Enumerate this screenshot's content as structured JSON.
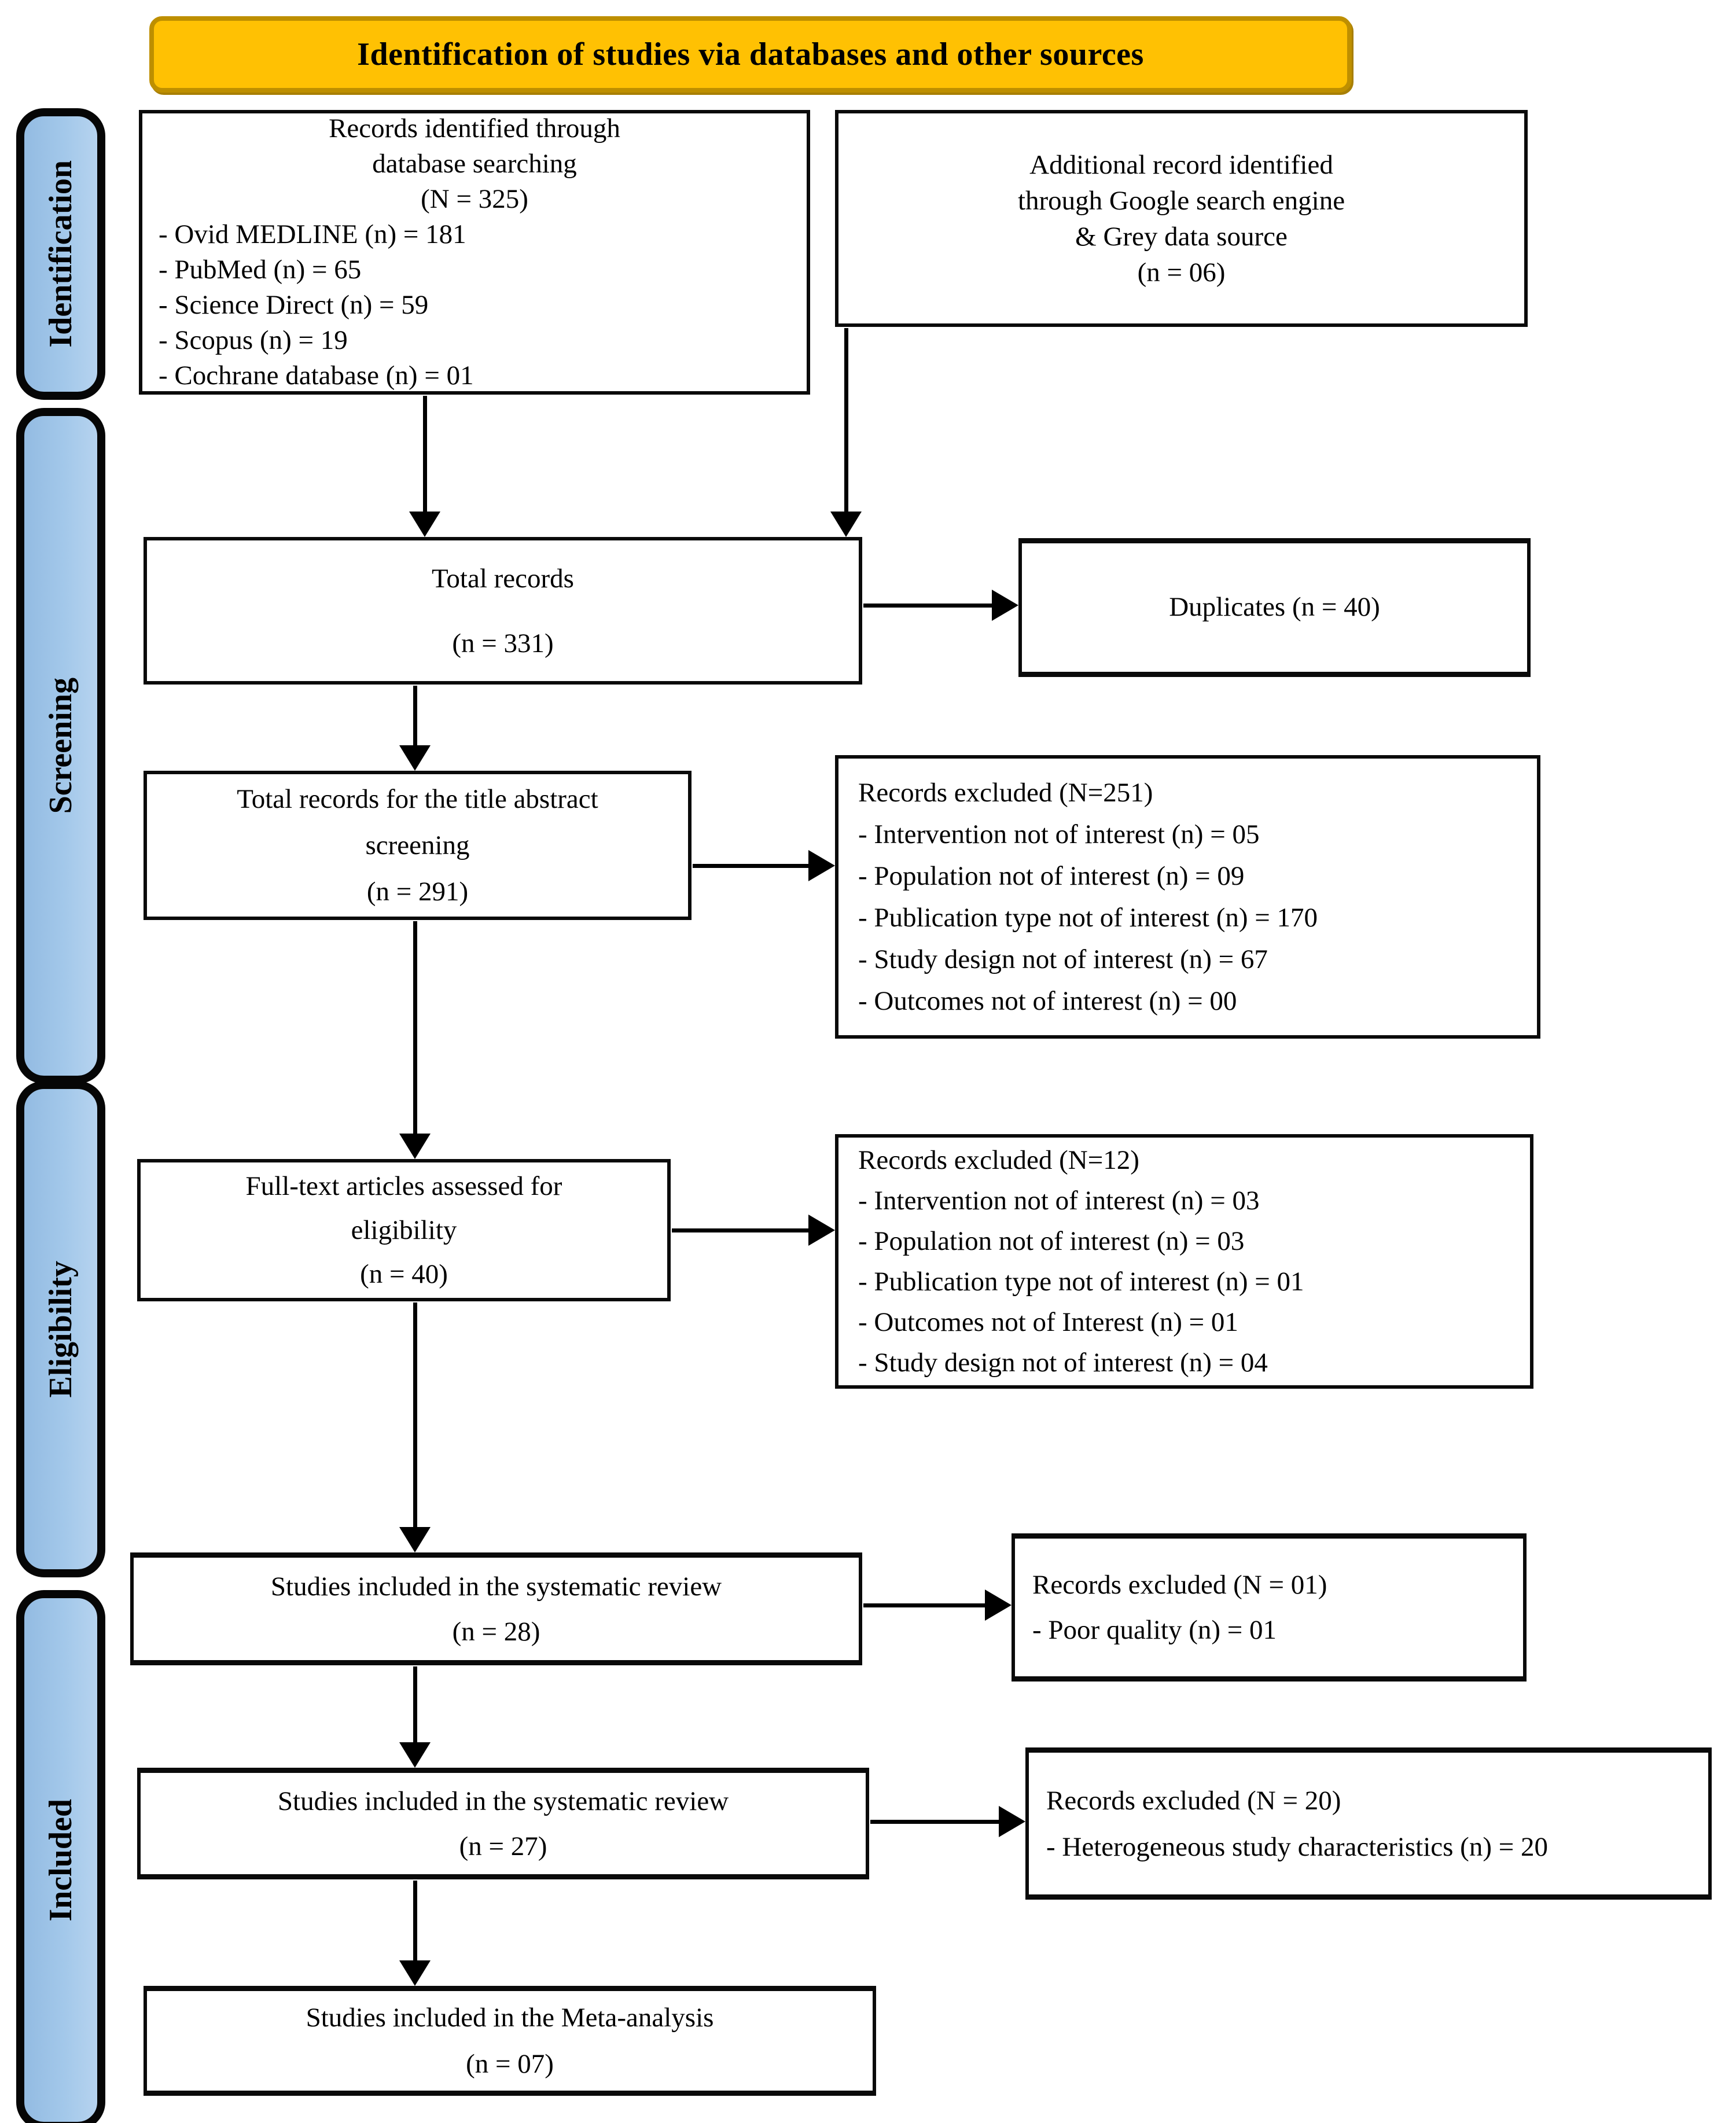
{
  "banner": {
    "title": "Identification of studies via databases and other sources",
    "bg_color": "#FFC103",
    "border_color": "#BE8F00"
  },
  "sidebar": {
    "fill_color": "#9CC2E7",
    "items": [
      {
        "label": "Identification"
      },
      {
        "label": "Screening"
      },
      {
        "label": "Eligibility"
      },
      {
        "label": "Included"
      }
    ]
  },
  "boxes": {
    "records_identified": {
      "heading": [
        "Records identified through",
        "database searching",
        "(N = 325)"
      ],
      "items": [
        "- Ovid MEDLINE (n) = 181",
        "- PubMed (n) = 65",
        "- Science Direct (n) = 59",
        "- Scopus (n) = 19",
        "- Cochrane database (n) = 01"
      ]
    },
    "additional_records": {
      "lines": [
        "Additional record identified",
        "through Google search engine",
        "& Grey data source",
        "(n = 06)"
      ]
    },
    "total_records": {
      "lines": [
        "Total records",
        "(n = 331)"
      ]
    },
    "duplicates": {
      "lines": [
        "Duplicates (n = 40)"
      ]
    },
    "title_abstract": {
      "lines": [
        "Total records for the title abstract",
        "screening",
        "(n = 291)"
      ]
    },
    "excluded_251": {
      "heading": "Records excluded (N=251)",
      "items": [
        "- Intervention not of interest (n) = 05",
        "- Population not of interest (n) = 09",
        "- Publication type not of interest (n) = 170",
        "- Study design not of interest (n) = 67",
        "- Outcomes not of interest (n) = 00"
      ]
    },
    "full_text": {
      "lines": [
        "Full-text articles assessed for",
        "eligibility",
        "(n = 40)"
      ]
    },
    "excluded_12": {
      "heading": "Records excluded (N=12)",
      "items": [
        "- Intervention not of interest (n) = 03",
        "- Population not of interest (n) = 03",
        "- Publication type not of interest (n) = 01",
        "- Outcomes not of Interest (n) = 01",
        "- Study design not of interest (n) = 04"
      ]
    },
    "included_28": {
      "lines": [
        "Studies included in the systematic review",
        "(n = 28)"
      ]
    },
    "excluded_01": {
      "heading": "Records excluded (N = 01)",
      "items": [
        "- Poor quality (n) = 01"
      ]
    },
    "included_27": {
      "lines": [
        "Studies included in the systematic review",
        "(n = 27)"
      ]
    },
    "excluded_20": {
      "heading": "Records excluded (N = 20)",
      "items": [
        "- Heterogeneous study characteristics (n) = 20"
      ]
    },
    "meta_analysis": {
      "lines": [
        "Studies included in the Meta-analysis",
        "(n = 07)"
      ]
    }
  }
}
